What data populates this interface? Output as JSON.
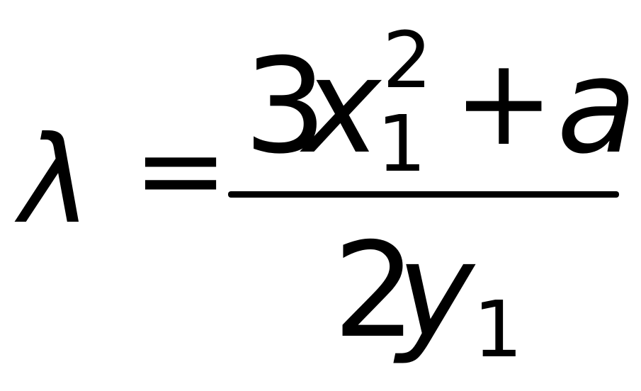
{
  "equation": {
    "lhs": "λ",
    "relation": "=",
    "numerator": {
      "coefficient": "3",
      "variable": "x",
      "subscript": "1",
      "superscript": "2",
      "operator": "+",
      "addend": "a"
    },
    "denominator": {
      "coefficient": "2",
      "variable": "y",
      "subscript": "1"
    }
  },
  "colors": {
    "text": "#000000",
    "background": "#ffffff"
  }
}
